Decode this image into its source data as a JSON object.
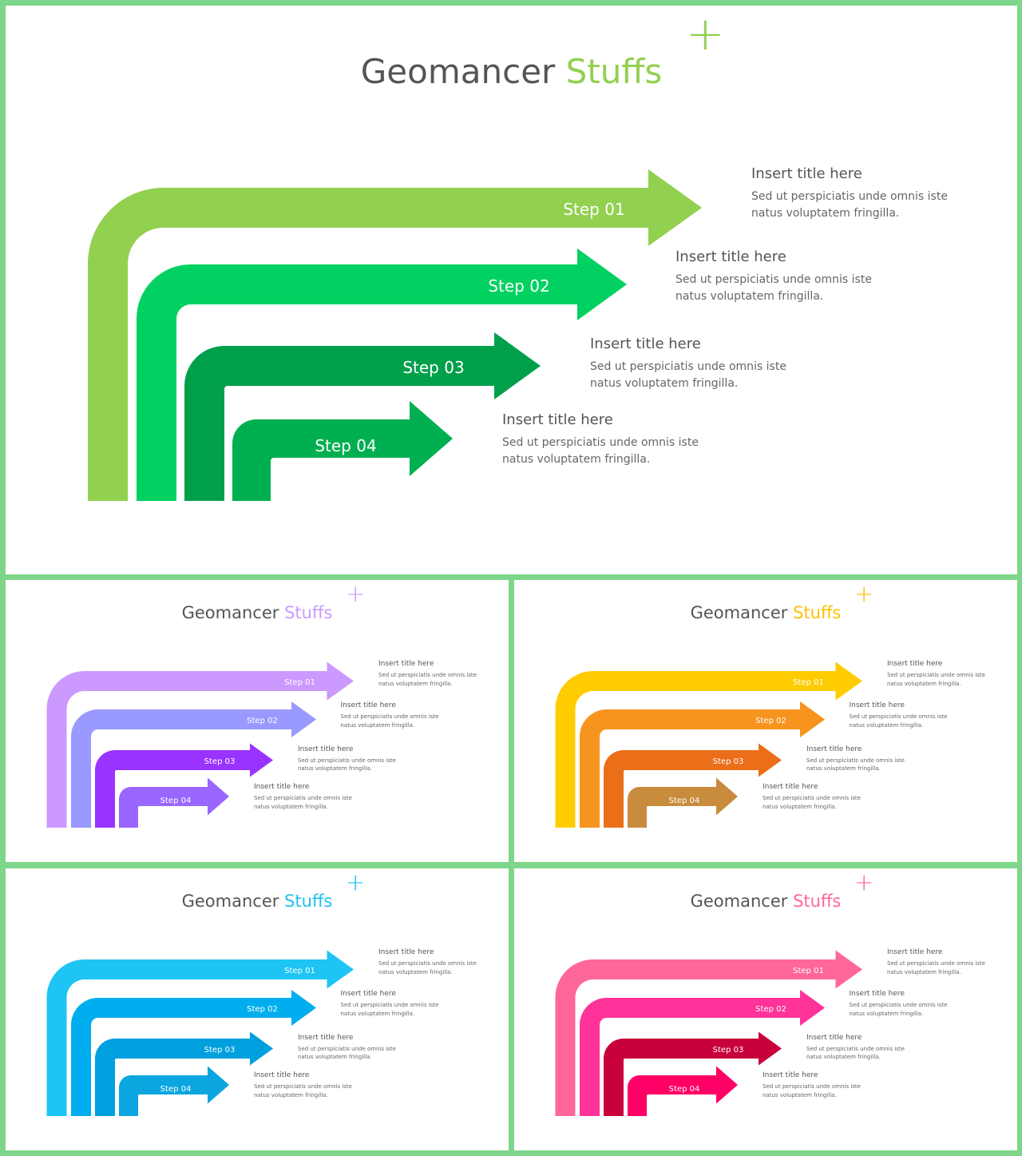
{
  "title_main": "Geomancer",
  "title_accent": "Stuffs",
  "plus_symbol": "+",
  "step_labels": [
    "Step 01",
    "Step 02",
    "Step 03",
    "Step 04"
  ],
  "item_title": "Insert title here",
  "item_text_line1": "Sed ut perspiciatis unde omnis iste",
  "item_text_line2": "natus voluptatem fringilla.",
  "variants": [
    {
      "name": "green",
      "accent": "#92d050",
      "colors": [
        "#92d050",
        "#00d160",
        "#00a04a",
        "#00b050"
      ]
    },
    {
      "name": "purple",
      "accent": "#cc99ff",
      "colors": [
        "#cc99ff",
        "#9999ff",
        "#9933ff",
        "#9966ff"
      ]
    },
    {
      "name": "orange",
      "accent": "#ffc000",
      "colors": [
        "#ffcc00",
        "#f7941d",
        "#eb6e19",
        "#c98b3c"
      ]
    },
    {
      "name": "blue",
      "accent": "#1fc1f0",
      "colors": [
        "#1ec4f4",
        "#00aeef",
        "#009fde",
        "#0ba6e0"
      ]
    },
    {
      "name": "pink",
      "accent": "#ff6699",
      "colors": [
        "#ff6699",
        "#ff3399",
        "#c8003c",
        "#ff0066"
      ]
    }
  ]
}
